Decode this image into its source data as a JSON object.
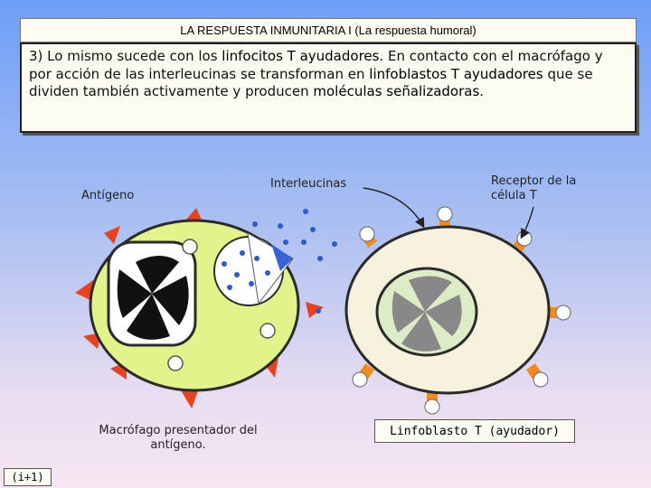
{
  "title": "LA RESPUESTA INMUNITARIA I (La respuesta humoral)",
  "paragraph": {
    "p1": "3) Lo mismo sucede con los ",
    "h1": "linfocitos T ayudadores",
    "p2": ". En contacto con el macrófago y por acción de las interleucinas se transforman en ",
    "h2": "linfoblastos T ayudadores",
    "p3": " que se dividen también activamente y producen ",
    "h3": "moléculas señalizadoras",
    "p4": "."
  },
  "labels": {
    "antigen": "Antígeno",
    "interleukins": "Interleucinas",
    "receptor": "Receptor de la célula T",
    "macrophage": "Macrófago presentador del antígeno.",
    "lymphoblast": "Linfoblasto T (ayudador)"
  },
  "page_number": "(i+1)",
  "colors": {
    "macrophage_fill": "#e2f38a",
    "lymphoblast_fill": "#f6f1dd",
    "antigen_red": "#e8421f",
    "receptor_orange": "#f28a1d",
    "interleukin_blue": "#2a5bd0"
  }
}
